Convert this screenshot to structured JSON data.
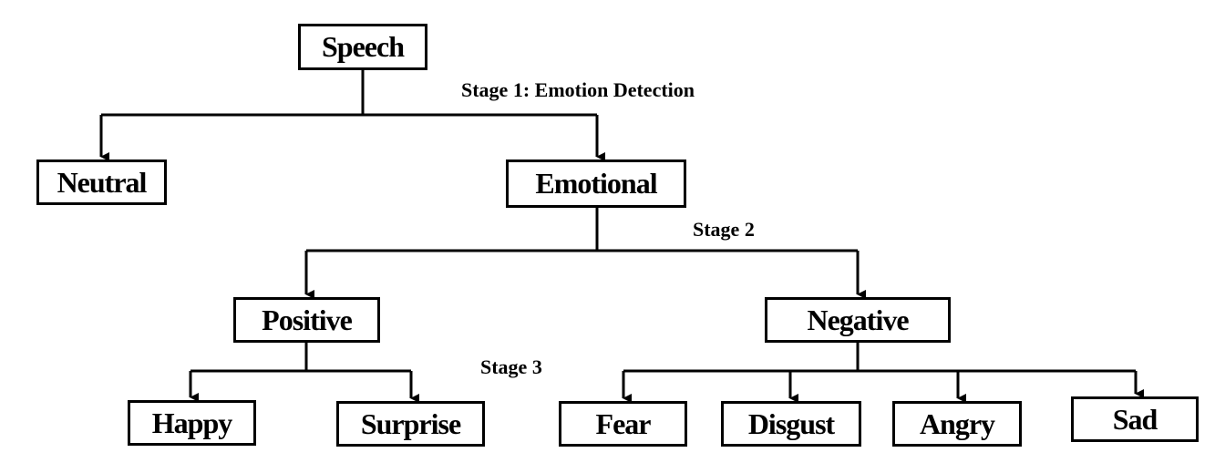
{
  "nodes": {
    "speech": "Speech",
    "neutral": "Neutral",
    "emotional": "Emotional",
    "positive": "Positive",
    "negative": "Negative",
    "happy": "Happy",
    "surprise": "Surprise",
    "fear": "Fear",
    "disgust": "Disgust",
    "angry": "Angry",
    "sad": "Sad"
  },
  "stages": {
    "stage1": "Stage 1: Emotion Detection",
    "stage2": "Stage 2",
    "stage3": "Stage 3"
  }
}
